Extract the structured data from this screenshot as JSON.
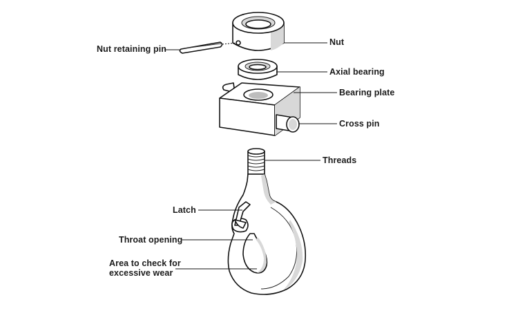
{
  "labels": {
    "nut_retaining_pin": "Nut retaining pin",
    "nut": "Nut",
    "axial_bearing": "Axial bearing",
    "bearing_plate": "Bearing plate",
    "cross_pin": "Cross pin",
    "threads": "Threads",
    "latch": "Latch",
    "throat_opening": "Throat opening",
    "area_check_line1": "Area to check for",
    "area_check_line2": "excessive wear"
  }
}
